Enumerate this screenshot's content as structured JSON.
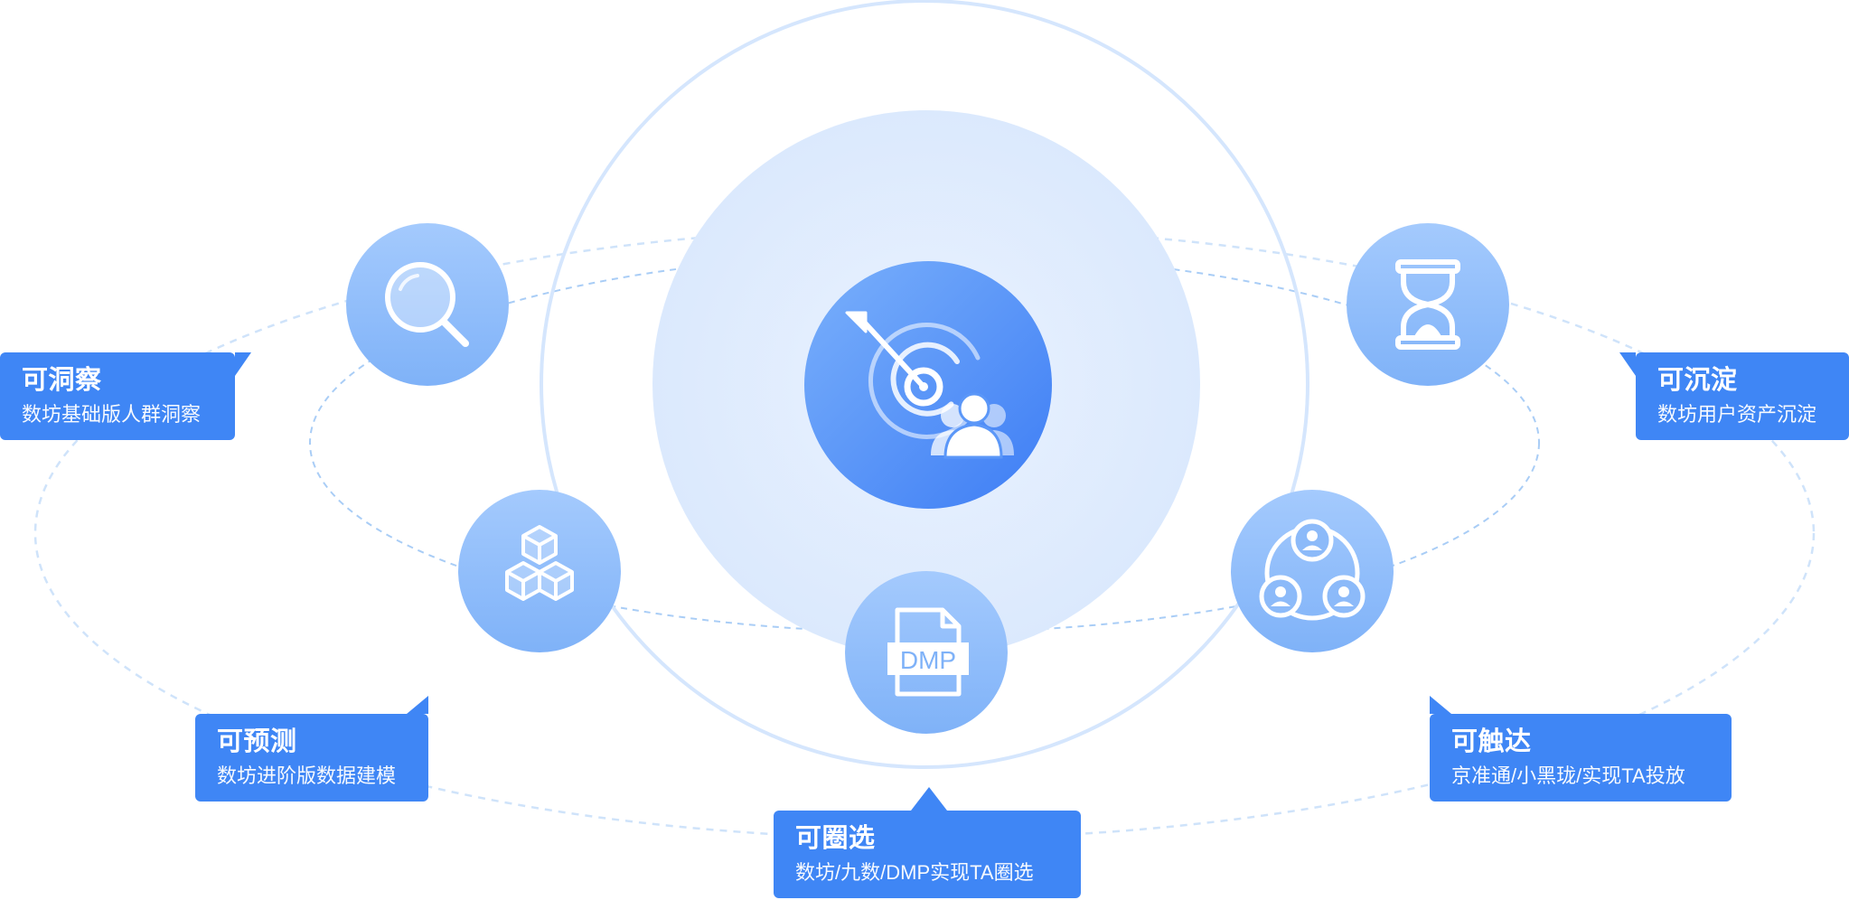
{
  "colors": {
    "accent": "#3f86f5",
    "node_light": "#a4cafd",
    "node_dark": "#7fb2f8",
    "center_light": "#7ab0fb",
    "center_dark": "#3d7df5",
    "halo": "#dbe9fd",
    "ring": "#d5e6fd",
    "dash": "#bcd9f8"
  },
  "center": {
    "icon": "target-audience-icon"
  },
  "nodes": [
    {
      "id": "insight",
      "icon": "magnifier-icon"
    },
    {
      "id": "predict",
      "icon": "cubes-icon"
    },
    {
      "id": "select",
      "icon": "dmp-file-icon",
      "icon_text": "DMP"
    },
    {
      "id": "reach",
      "icon": "user-network-icon"
    },
    {
      "id": "retain",
      "icon": "hourglass-icon"
    }
  ],
  "callouts": {
    "insight": {
      "title": "可洞察",
      "subtitle": "数坊基础版人群洞察"
    },
    "predict": {
      "title": "可预测",
      "subtitle": "数坊进阶版数据建模"
    },
    "select": {
      "title": "可圈选",
      "subtitle": "数坊/九数/DMP实现TA圈选"
    },
    "reach": {
      "title": "可触达",
      "subtitle": "京准通/小黑珑/实现TA投放"
    },
    "retain": {
      "title": "可沉淀",
      "subtitle": "数坊用户资产沉淀"
    }
  }
}
